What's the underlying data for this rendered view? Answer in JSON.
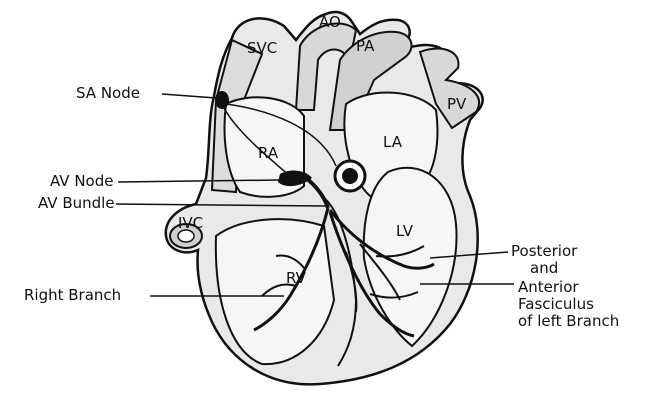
{
  "labels": {
    "sa_node": "SA Node",
    "av_node": "AV Node",
    "av_bundle": "AV Bundle",
    "right_branch": "Right Branch",
    "svc": "SVC",
    "ao": "AO",
    "pa": "PA",
    "pv": "PV",
    "ra": "RA",
    "la": "LA",
    "ivc": "IVC",
    "rv": "RV",
    "lv": "LV",
    "posterior_1": "Posterior",
    "posterior_2": "and",
    "anterior_1": "Anterior",
    "anterior_2": "Fasciculus",
    "anterior_3": "of left Branch"
  },
  "colors": {
    "ink": "#111111",
    "heart_fill": "#e9e9e9",
    "chamber_fill": "#f6f6f6"
  }
}
